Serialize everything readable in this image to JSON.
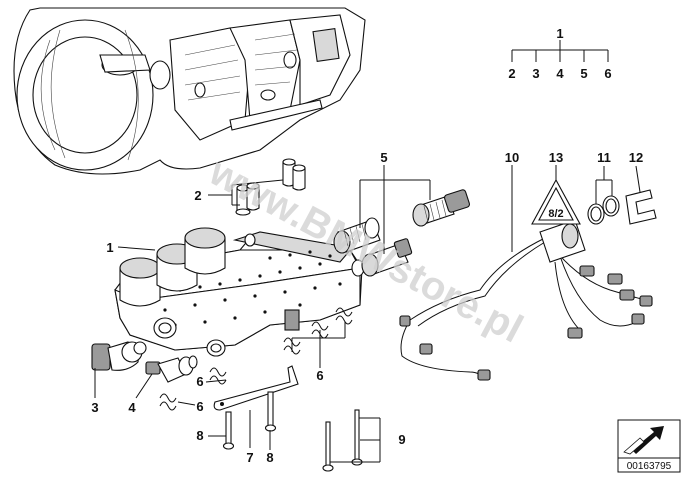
{
  "diagram": {
    "watermark": "www.BMWstore.pl",
    "reference_number": "00163795",
    "group_label": {
      "parent": "1",
      "children": [
        "2",
        "3",
        "4",
        "5",
        "6"
      ]
    },
    "callouts": {
      "c1": "1",
      "c2": "2",
      "c3": "3",
      "c4": "4",
      "c5": "5",
      "c6a": "6",
      "c6b": "6",
      "c6c": "6",
      "c7": "7",
      "c8a": "8",
      "c8b": "8",
      "c9": "9",
      "c10": "10",
      "c11": "11",
      "c12": "12",
      "c13": "13"
    },
    "warning_label_text": "8/2"
  }
}
